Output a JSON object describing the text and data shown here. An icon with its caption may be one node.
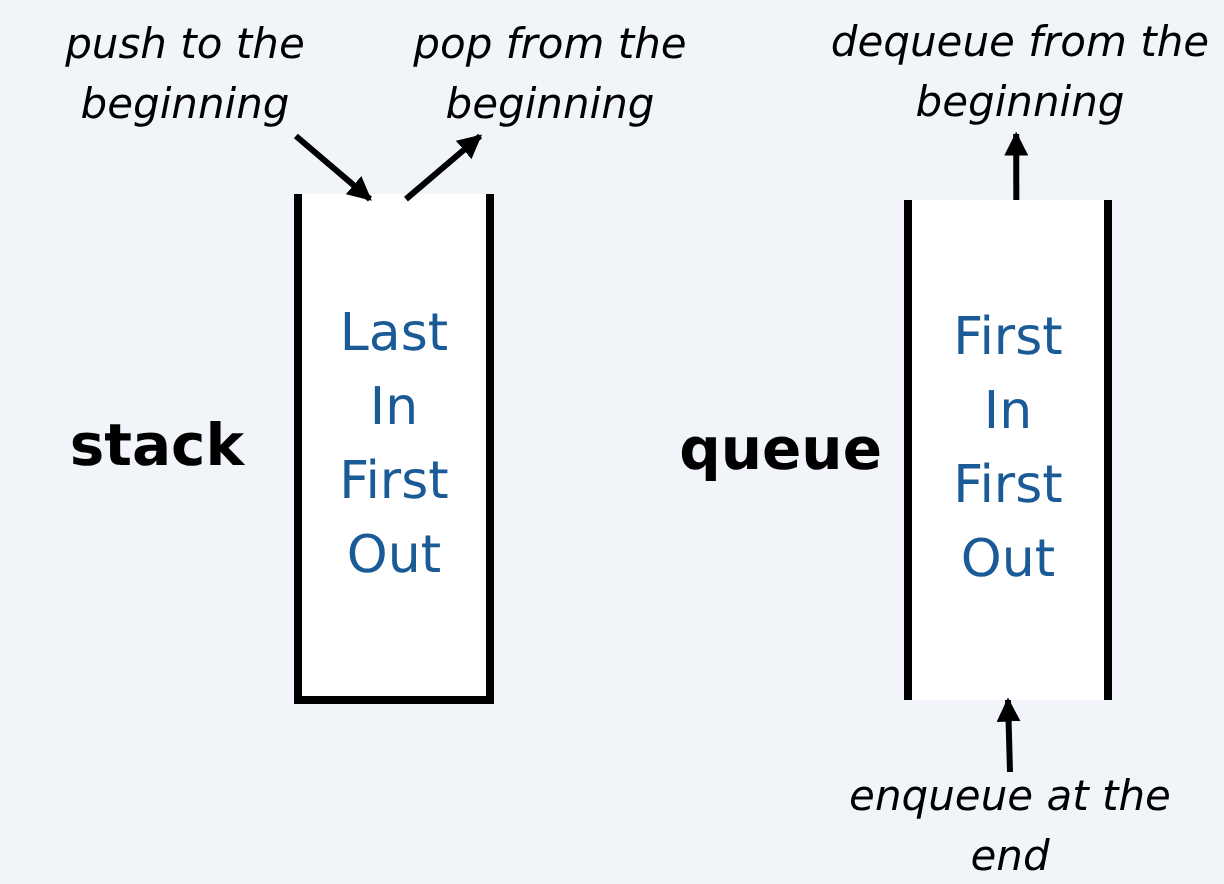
{
  "diagram": {
    "nodes": [
      {
        "text": [
          "push to the beginning"
        ]
      },
      {
        "text": [
          "pop from the beginning"
        ]
      },
      {
        "text": [
          "Last In First Out"
        ],
        "beside": [
          "stack"
        ]
      },
      {
        "text": [
          "dequeue from the beginning"
        ]
      },
      {
        "text": [
          "First In First Out"
        ],
        "beside": [
          "queue"
        ]
      },
      {
        "text": [
          "enqueue at the end"
        ]
      }
    ],
    "edges": [
      {
        "from": 0,
        "to": 2,
        "arrow": "to"
      },
      {
        "from": 2,
        "to": 1,
        "arrow": "to"
      },
      {
        "from": 4,
        "to": 3,
        "arrow": "to"
      },
      {
        "from": 5,
        "to": 4,
        "arrow": "to"
      }
    ]
  }
}
